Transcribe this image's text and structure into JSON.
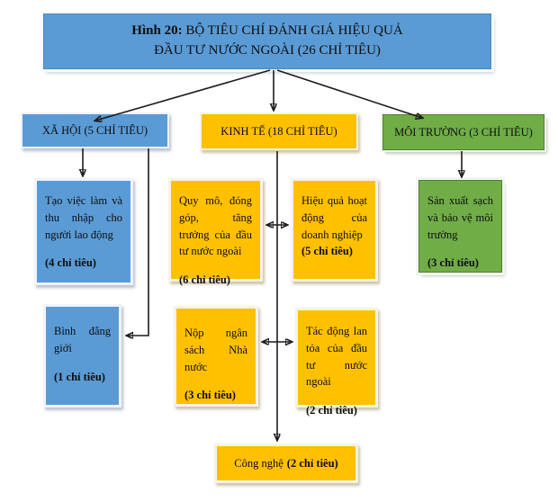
{
  "diagram": {
    "title": {
      "prefix": "Hình 20:",
      "line1": " BỘ TIÊU CHÍ ĐÁNH GIÁ HIỆU QUẢ",
      "line2": "ĐẦU TƯ NƯỚC NGOÀI (26 CHỈ TIÊU)"
    },
    "headers": {
      "xa_hoi": "XÃ HỘI (5 CHỈ TIÊU)",
      "kinh_te": "KINH TẾ (18 CHỈ TIÊU)",
      "moi_truong": "MÔI TRƯỜNG (3 CHỈ TIÊU)"
    },
    "nodes": {
      "tao_viec_lam": {
        "text": "Tạo việc làm và thu nhập cho người lao động",
        "count": "(4 chỉ tiêu)"
      },
      "binh_dang_gioi": {
        "text": "Bình đẳng giới",
        "count": "(1 chỉ tiêu)"
      },
      "quy_mo": {
        "text": "Quy mô, đóng góp, tăng trưởng của đầu tư nước ngoài",
        "count": "(6 chỉ tiêu)"
      },
      "hieu_qua": {
        "text": "Hiệu quả hoạt động của doanh nghiệp",
        "count": "(5 chỉ tiêu)"
      },
      "san_xuat_sach": {
        "text": "Sản xuất sạch và bảo vệ môi trường",
        "count": "(3 chỉ tiêu)"
      },
      "nop_ngan_sach": {
        "text": "Nộp ngân sách Nhà nước",
        "count": "(3 chỉ tiêu)"
      },
      "tac_dong_lan_toa": {
        "text": "Tác động lan tỏa của đầu tư nước ngoài",
        "count": "(2 chỉ tiêu)"
      },
      "cong_nghe": {
        "text": "Công nghệ",
        "count": "(2 chỉ tiêu)"
      }
    },
    "colors": {
      "blue": "#5b9bd5",
      "yellow": "#ffc000",
      "green": "#70ad47"
    }
  }
}
